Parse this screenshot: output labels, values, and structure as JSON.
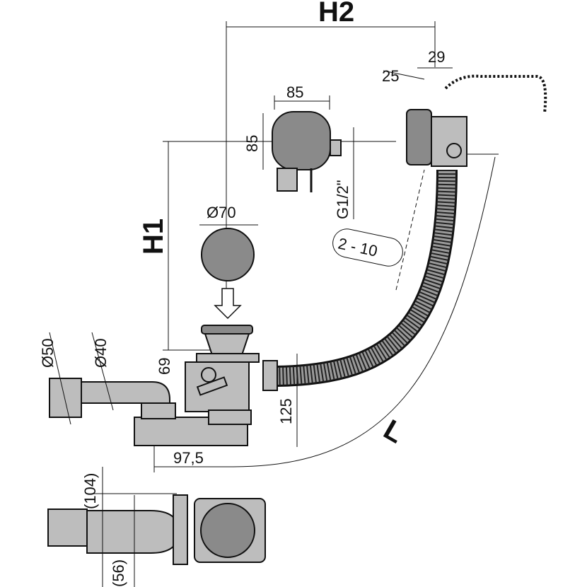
{
  "diagram": {
    "labels": {
      "h2": "H2",
      "h1": "H1",
      "l": "L",
      "d29": "29",
      "d25": "25",
      "w85": "85",
      "h85": "85",
      "thread": "G1/2\"",
      "d70": "Ø70",
      "range": "2 - 10",
      "d50": "Ø50",
      "d40": "Ø40",
      "d69": "69",
      "d125": "125",
      "d97": "97,5",
      "d104": "(104)",
      "d56": "(56)"
    }
  }
}
